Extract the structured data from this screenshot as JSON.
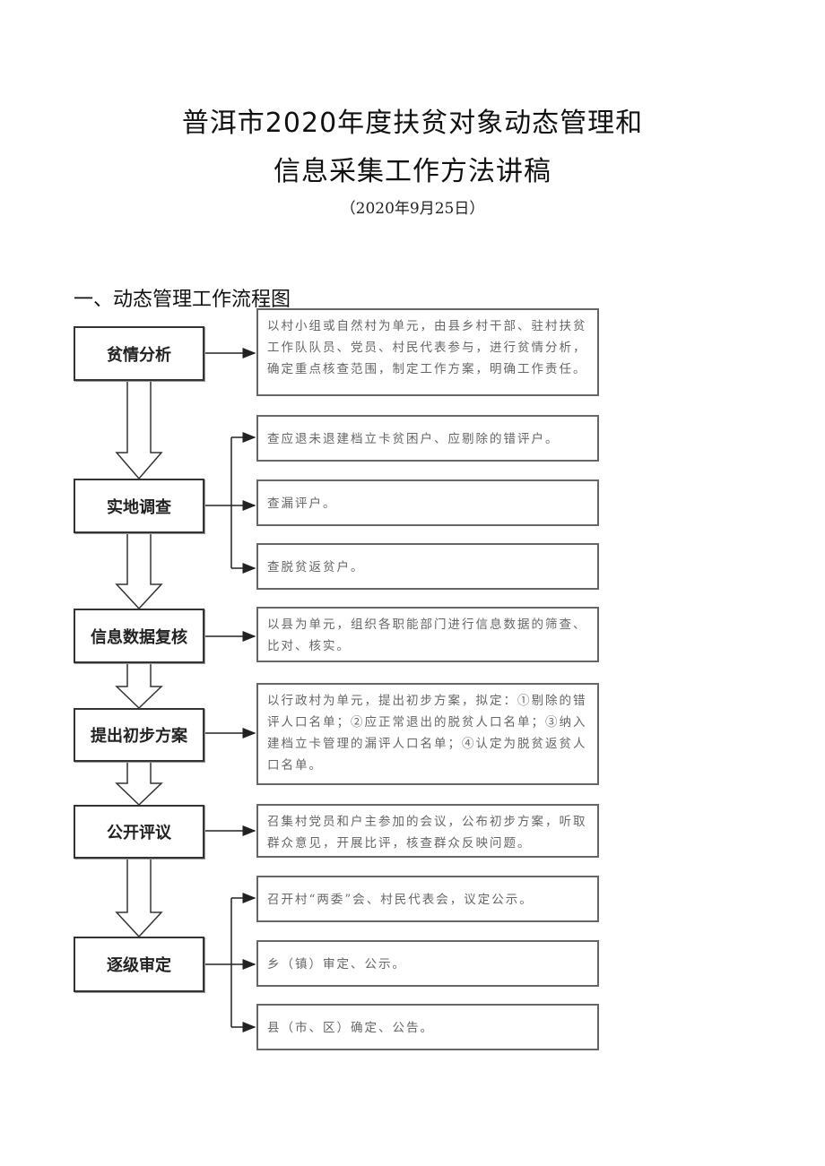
{
  "document": {
    "title_line1": "普洱市2020年度扶贫对象动态管理和",
    "title_line2": "信息采集工作方法讲稿",
    "date": "（2020年9月25日）",
    "section_heading": "一、动态管理工作流程图"
  },
  "flowchart": {
    "steps": [
      {
        "label": "贫情分析"
      },
      {
        "label": "实地调查"
      },
      {
        "label": "信息数据复核"
      },
      {
        "label": "提出初步方案"
      },
      {
        "label": "公开评议"
      },
      {
        "label": "逐级审定"
      }
    ],
    "notes": [
      {
        "text": "以村小组或自然村为单元，由县乡村干部、驻村扶贫工作队队员、党员、村民代表参与，进行贫情分析，确定重点核查范围，制定工作方案，明确工作责任。"
      },
      {
        "text": "查应退未退建档立卡贫困户、应剔除的错评户。"
      },
      {
        "text": "查漏评户。"
      },
      {
        "text": "查脱贫返贫户。"
      },
      {
        "text": "以县为单元，组织各职能部门进行信息数据的筛查、比对、核实。"
      },
      {
        "text": "以行政村为单元，提出初步方案，拟定：①剔除的错评人口名单；②应正常退出的脱贫人口名单；③纳入建档立卡管理的漏评人口名单；④认定为脱贫返贫人口名单。"
      },
      {
        "text": "召集村党员和户主参加的会议，公布初步方案，听取群众意见，开展比评，核查群众反映问题。"
      },
      {
        "text": "召开村“两委”会、村民代表会，议定公示。"
      },
      {
        "text": "乡（镇）审定、公示。"
      },
      {
        "text": "县（市、区）确定、公告。"
      }
    ]
  }
}
